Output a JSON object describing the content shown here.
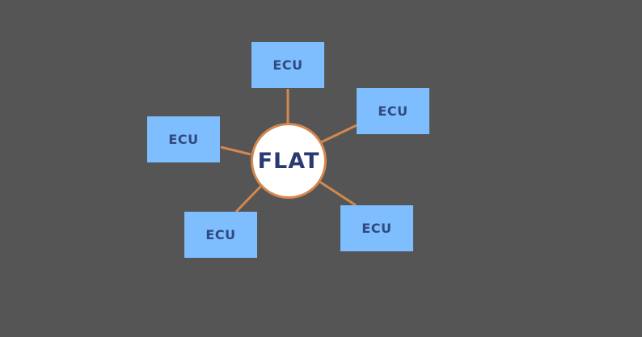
{
  "diagram": {
    "hub": {
      "label": "FLAT"
    },
    "nodes": [
      {
        "id": "top",
        "label": "ECU"
      },
      {
        "id": "upper-right",
        "label": "ECU"
      },
      {
        "id": "left",
        "label": "ECU"
      },
      {
        "id": "lower-left",
        "label": "ECU"
      },
      {
        "id": "lower-right",
        "label": "ECU"
      }
    ],
    "edges": [
      {
        "from": "hub",
        "to": "top"
      },
      {
        "from": "hub",
        "to": "upper-right"
      },
      {
        "from": "hub",
        "to": "left"
      },
      {
        "from": "hub",
        "to": "lower-left"
      },
      {
        "from": "hub",
        "to": "lower-right"
      }
    ],
    "colors": {
      "background": "#555555",
      "node_fill": "#7fbefe",
      "node_text": "#2f4a80",
      "hub_fill": "#ffffff",
      "hub_border": "#d4874f",
      "hub_text": "#2a3a73",
      "edge": "#d4874f"
    }
  }
}
